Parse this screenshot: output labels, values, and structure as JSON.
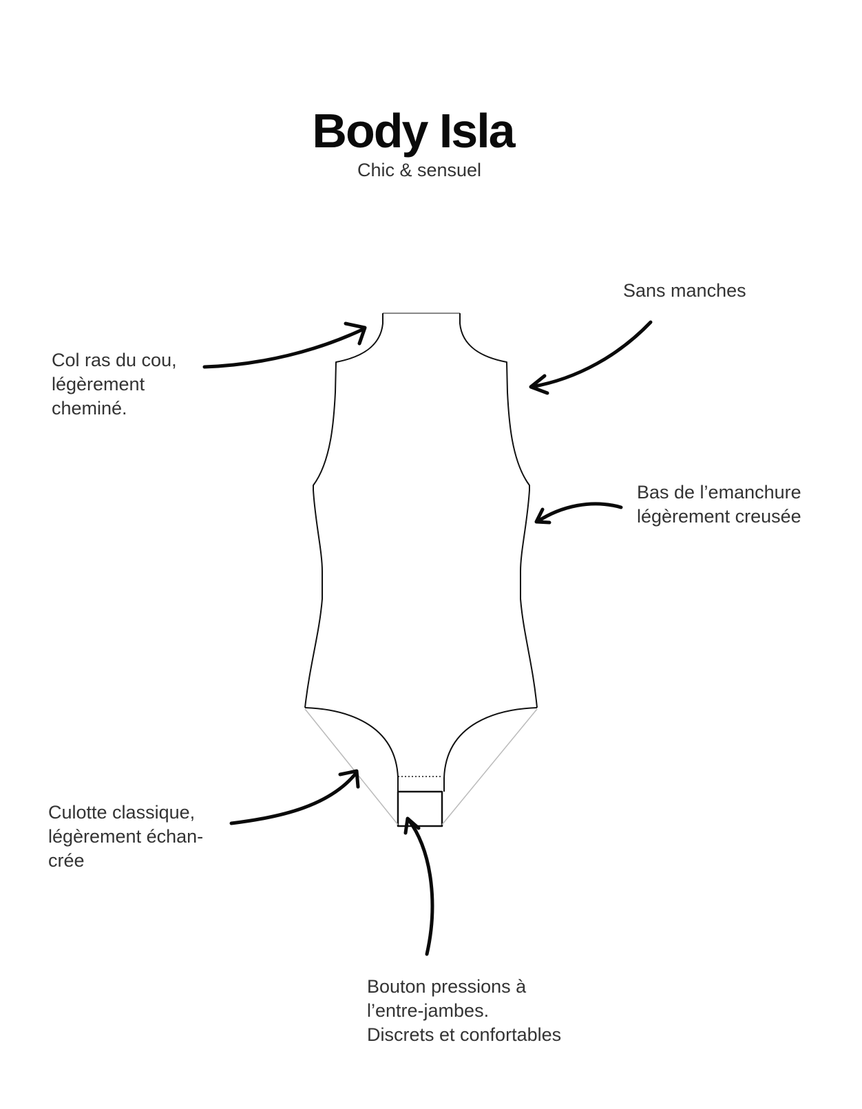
{
  "header": {
    "title": "Body Isla",
    "subtitle": "Chic & sensuel"
  },
  "annotations": {
    "col": "Col ras du cou,\nlégèrement\ncheminé.",
    "sans_manches": "Sans manches",
    "emmanchure": "Bas de l’emanchure\nlégèrement creusée",
    "culotte": "Culotte classique,\nlégèrement échan-\ncrée",
    "bouton": "Bouton pressions à\nl’entre-jambes.\nDiscrets et confortables"
  },
  "colors": {
    "outline": "#111111",
    "arrow": "#0a0a0a",
    "guide_line": "#bbbbbb"
  }
}
